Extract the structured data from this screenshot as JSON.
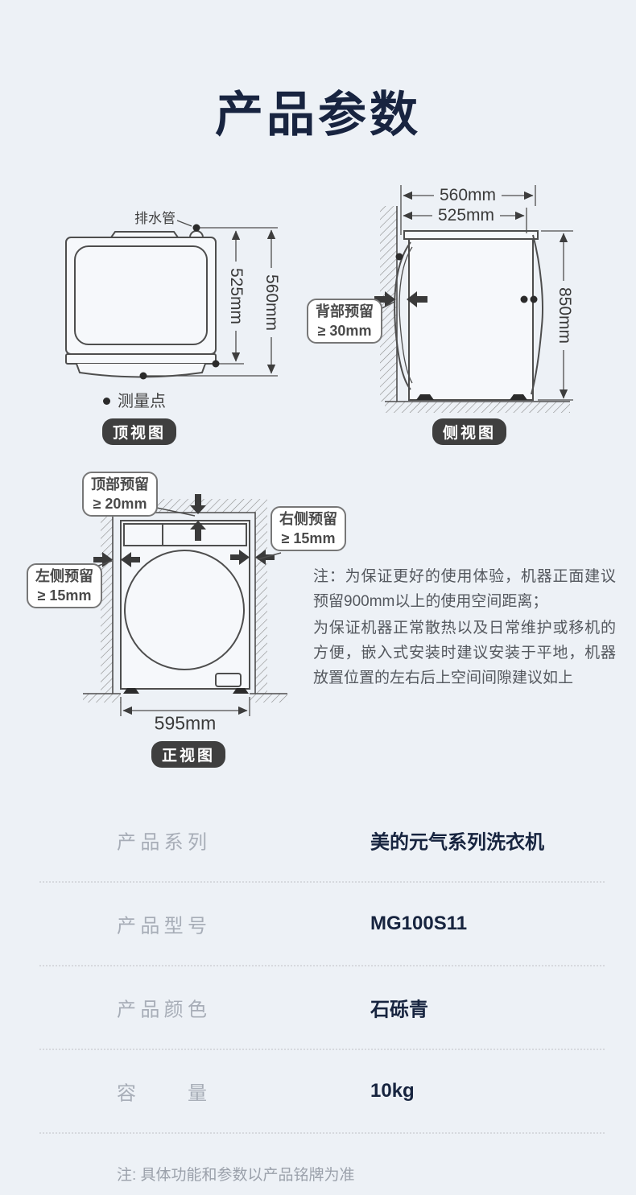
{
  "page": {
    "title": "产品参数",
    "footnote": "注: 具体功能和参数以产品铭牌为准",
    "background_color": "#edf1f6",
    "accent_color": "#17243f",
    "line_color": "#4e4e4e"
  },
  "top_view": {
    "badge": "顶视图",
    "drain_label": "排水管",
    "legend_label": "测量点",
    "depth_inner": "525mm",
    "depth_outer": "560mm"
  },
  "side_view": {
    "badge": "侧视图",
    "width_outer": "560mm",
    "width_inner": "525mm",
    "height": "850mm",
    "bubble_back": {
      "line1": "背部预留",
      "line2": "≥ 30mm"
    }
  },
  "front_view": {
    "badge": "正视图",
    "width": "595mm",
    "bubble_top": {
      "line1": "顶部预留",
      "line2": "≥ 20mm"
    },
    "bubble_right": {
      "line1": "右侧预留",
      "line2": "≥ 15mm"
    },
    "bubble_left": {
      "line1": "左侧预留",
      "line2": "≥ 15mm"
    }
  },
  "notes": {
    "p1": "注：为保证更好的使用体验，机器正面建议预留900mm以上的使用空间距离；",
    "p2": "为保证机器正常散热以及日常维护或移机的方便，嵌入式安装时建议安装于平地，机器放置位置的左右后上空间间隙建议如上"
  },
  "specs": {
    "rows": [
      {
        "label": "产品系列",
        "value": "美的元气系列洗衣机"
      },
      {
        "label": "产品型号",
        "value": "MG100S11"
      },
      {
        "label": "产品颜色",
        "value": "石砾青"
      },
      {
        "label": "容量",
        "value": "10kg"
      }
    ]
  }
}
